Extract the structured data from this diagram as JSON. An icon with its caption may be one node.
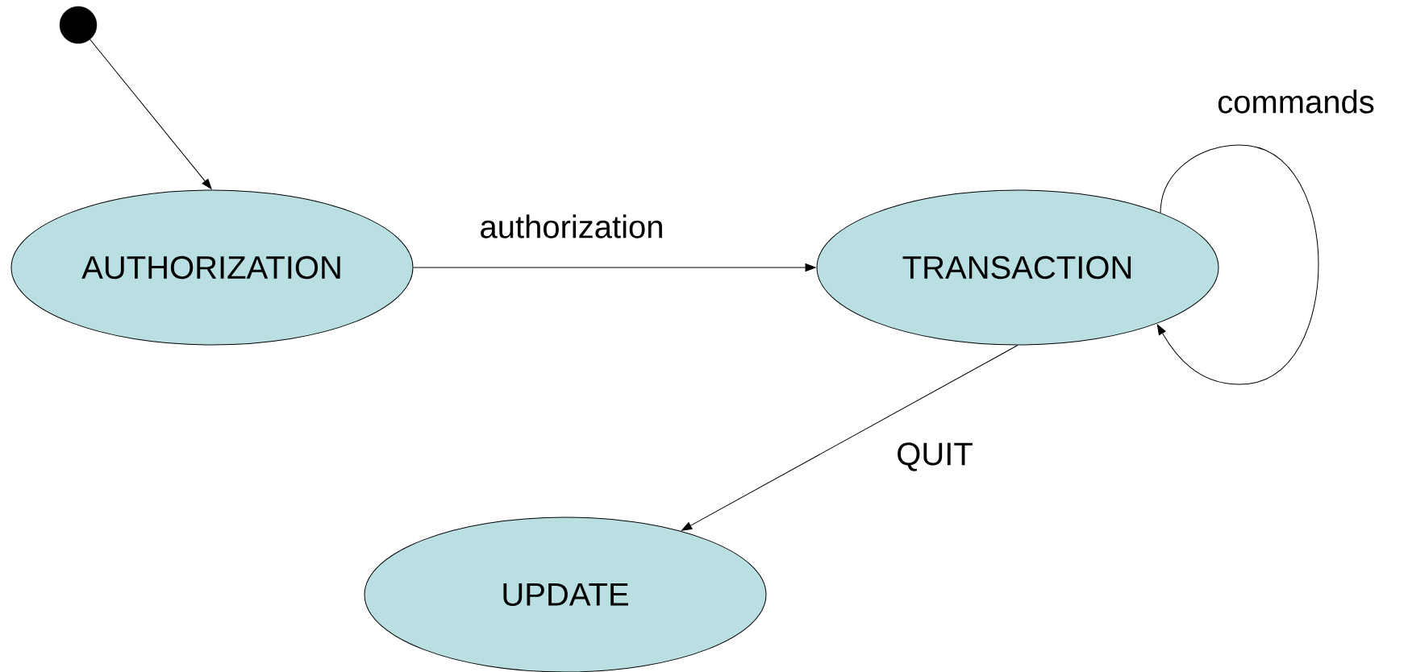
{
  "diagram": {
    "nodes": [
      {
        "text": [],
        "shape": "circle"
      },
      {
        "text": [
          "AUTHORIZATION"
        ]
      },
      {
        "text": [
          "TRANSACTION"
        ]
      },
      {
        "text": [
          "UPDATE"
        ]
      }
    ],
    "edges": [
      {
        "from": 0,
        "to": 1,
        "arrow": "to"
      },
      {
        "from": 1,
        "to": 2,
        "arrow": "to",
        "label": "authorization"
      },
      {
        "from": 2,
        "to": 2,
        "arrow": "to",
        "label": "commands"
      },
      {
        "from": 2,
        "to": 3,
        "arrow": "to",
        "label": "QUIT"
      }
    ]
  }
}
